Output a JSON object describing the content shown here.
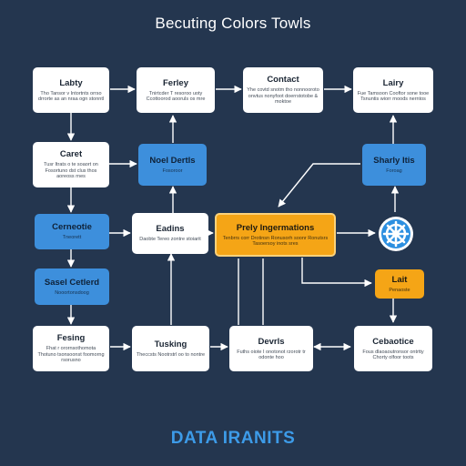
{
  "title": "Becuting Colors Towls",
  "footer": "DATA IRANITS",
  "nodes": {
    "n1": {
      "title": "Labty",
      "desc": "Tho Tansor v Intortnts orrso drrorte as an nraa ogn stonntl"
    },
    "n2": {
      "title": "Ferley",
      "desc": "Tnirtcder T resoroo uoty Ccottoorod aooruls os mre"
    },
    "n3": {
      "title": "Contact",
      "desc": "Yhe covtd snotm tho nonnooroto onvtus nonyfoot doerrstotobe & moktoe"
    },
    "n4": {
      "title": "Lairy",
      "desc": "Fue Tamsoon Cooftor sone tooe Tsnuntis wiorr rnoods nerntos"
    },
    "n5": {
      "title": "Caret",
      "desc": "Tusr Itrats o te soaort on Fosortuno dst clus thos aoreoss rnes"
    },
    "n6": {
      "title": "Noel Dertls",
      "desc": "Fosoroor"
    },
    "n7": {
      "title": "Sharly Itis",
      "desc": "Foroag"
    },
    "n8": {
      "title": "Cerneotie",
      "desc": "Tneorett"
    },
    "n9": {
      "title": "Eadins",
      "desc": "Daobte Tereo zontre stoiarit"
    },
    "n10": {
      "title": "Prely Ingermations",
      "desc": "Tenbrrs corr Drotinsn Ronusorh soonr Ronutsrs Tasoersoy inots sres"
    },
    "n11": {
      "title": "Sasel Cetlerd",
      "desc": "Nooortonsdoog"
    },
    "n12": {
      "title": "Lait",
      "desc": "Penaoste"
    },
    "n13": {
      "title": "Fesing",
      "desc": "Fhat r orornsothomota Thotuno tsonsoonst foomorng rsorusno"
    },
    "n14": {
      "title": "Tusking",
      "desc": "Theccsts Nootrstrl oo to nontre"
    },
    "n15": {
      "title": "Devrls",
      "desc": "Fuths oiote I onotonot rzorotr tr odonte hoo"
    },
    "n16": {
      "title": "Cebaotice",
      "desc": "Fous dlaoaoutronsor ontrtty Chorty olfoor toots"
    }
  },
  "icons": {
    "gear": "gear-icon"
  },
  "colors": {
    "background": "#24364f",
    "node_white": "#ffffff",
    "node_blue": "#3d8fdc",
    "node_orange": "#f5a516",
    "wire": "#ffffff",
    "footer": "#3d9be8"
  }
}
